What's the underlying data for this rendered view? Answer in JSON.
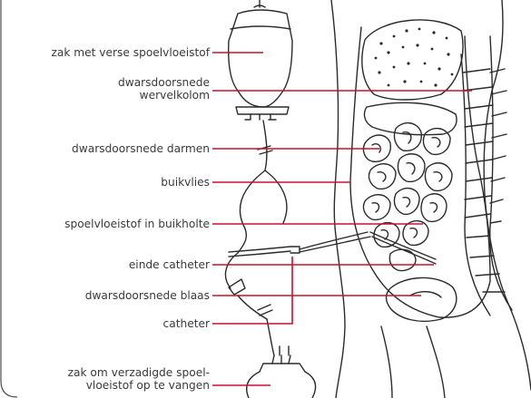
{
  "colors": {
    "leader": "#c8102e",
    "drawing": "#2b2b2b",
    "text": "#3a3a3a",
    "frame": "#4a4a4a"
  },
  "labels": {
    "fresh_bag": "zak met verse spoelvloeistof",
    "spine_1": "dwarsdoorsnede",
    "spine_2": "wervelkolom",
    "intestines": "dwarsdoorsnede darmen",
    "peritoneum": "buikvlies",
    "fluid": "spoelvloeistof in buikholte",
    "catheter_end": "einde catheter",
    "bladder": "dwarsdoorsnede blaas",
    "catheter": "catheter",
    "used_bag_1": "zak om verzadigde spoel-",
    "used_bag_2": "vloeistof op te vangen"
  }
}
